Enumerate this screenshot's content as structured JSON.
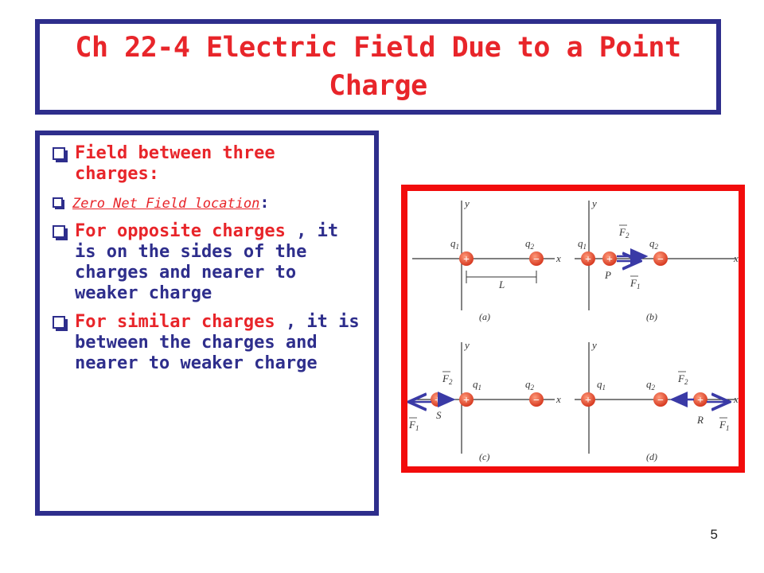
{
  "slide": {
    "title": "Ch 22-4 Electric Field Due to a Point Charge",
    "page_number": "5"
  },
  "bullets": {
    "b1": "Field between three charges:",
    "b2_label": "Zero Net Field location",
    "b2_colon": ":",
    "b3_red": "For opposite charges",
    "b3_rest": " , it is on the sides of the charges and nearer to weaker charge",
    "b4_red": "For similar charges",
    "b4_rest": " , it is between the charges and nearer to weaker charge"
  },
  "figure": {
    "axis_x": "x",
    "axis_y": "y",
    "q1": "q",
    "q1_sub": "1",
    "q2": "q",
    "q2_sub": "2",
    "L": "L",
    "P": "P",
    "S": "S",
    "R": "R",
    "F": "F",
    "F1_sub": "1",
    "F2_sub": "2",
    "plus": "+",
    "minus": "−",
    "caption_a": "(a)",
    "caption_b": "(b)",
    "caption_c": "(c)",
    "caption_d": "(d)",
    "colors": {
      "charge": "#e64a2e",
      "arrow": "#3a3aa6",
      "axis": "#333333"
    }
  }
}
